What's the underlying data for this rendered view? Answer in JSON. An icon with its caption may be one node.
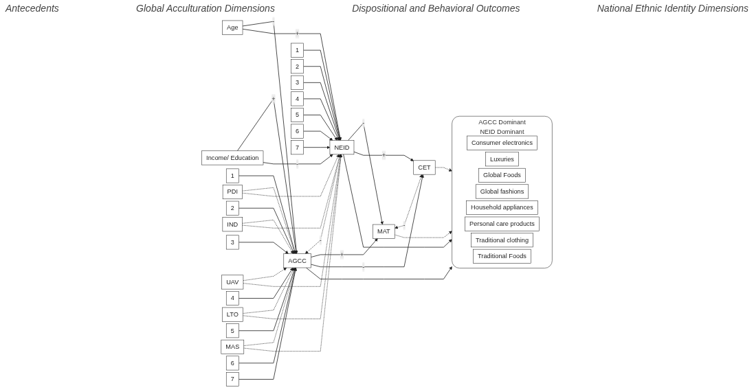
{
  "diagram": {
    "nodes": [
      {
        "text": [
          "Age"
        ]
      },
      {
        "text": [
          "PDI"
        ]
      },
      {
        "text": [
          "IND"
        ]
      },
      {
        "text": [
          "UAV"
        ]
      },
      {
        "text": [
          "LTO"
        ]
      },
      {
        "text": [
          "MAS"
        ]
      },
      {
        "text": [
          "Income/ Education"
        ]
      },
      {
        "text": [
          "1"
        ]
      },
      {
        "text": [
          "2"
        ]
      },
      {
        "text": [
          "3"
        ]
      },
      {
        "text": [
          "4"
        ]
      },
      {
        "text": [
          "5"
        ]
      },
      {
        "text": [
          "6"
        ]
      },
      {
        "text": [
          "7"
        ]
      },
      {
        "text": [
          "AGCC"
        ]
      },
      {
        "text": [
          "NEID"
        ]
      },
      {
        "text": [
          "1"
        ]
      },
      {
        "text": [
          "2"
        ]
      },
      {
        "text": [
          "3"
        ]
      },
      {
        "text": [
          "4"
        ]
      },
      {
        "text": [
          "5"
        ]
      },
      {
        "text": [
          "6"
        ]
      },
      {
        "text": [
          "7"
        ]
      },
      {
        "text": [
          "MAT"
        ]
      },
      {
        "text": [
          "CET"
        ]
      },
      {
        "text": [
          "AGCC Dominant",
          "NEID Dominant"
        ]
      },
      {
        "text": [
          "Consumer electronics"
        ],
        "in": 25
      },
      {
        "text": [
          "Luxuries"
        ],
        "in": 25
      },
      {
        "text": [
          "Global Foods"
        ],
        "in": 25
      },
      {
        "text": [
          "Global fashions"
        ],
        "in": 25
      },
      {
        "text": [
          "Household appliances"
        ],
        "in": 25
      },
      {
        "text": [
          "Personal care products"
        ],
        "in": 25
      },
      {
        "text": [
          "Traditional clothing"
        ],
        "in": 25
      },
      {
        "text": [
          "Traditional Foods"
        ],
        "in": 25
      }
    ],
    "edges": [
      {
        "from": 0,
        "to": 14,
        "arrow": "to",
        "label": "-"
      },
      {
        "from": 0,
        "to": 15,
        "arrow": "to",
        "label": "+"
      },
      {
        "from": 6,
        "to": 14,
        "arrow": "to",
        "label": "+"
      },
      {
        "from": 6,
        "to": 15,
        "arrow": "to",
        "label": "-"
      },
      {
        "from": 1,
        "to": 14,
        "arrow": "to",
        "style": "dashed"
      },
      {
        "from": 1,
        "to": 15,
        "arrow": "to",
        "style": "dashed"
      },
      {
        "from": 2,
        "to": 14,
        "arrow": "to",
        "style": "dashed"
      },
      {
        "from": 2,
        "to": 15,
        "arrow": "to",
        "style": "dashed"
      },
      {
        "from": 3,
        "to": 14,
        "arrow": "to",
        "style": "dashed"
      },
      {
        "from": 3,
        "to": 15,
        "arrow": "to",
        "style": "dashed"
      },
      {
        "from": 4,
        "to": 14,
        "arrow": "to",
        "style": "dashed"
      },
      {
        "from": 4,
        "to": 15,
        "arrow": "to",
        "style": "dashed"
      },
      {
        "from": 5,
        "to": 14,
        "arrow": "to",
        "style": "dashed"
      },
      {
        "from": 5,
        "to": 15,
        "arrow": "to",
        "style": "dashed"
      },
      {
        "from": 7,
        "to": 14,
        "arrow": "to"
      },
      {
        "from": 8,
        "to": 14,
        "arrow": "to"
      },
      {
        "from": 9,
        "to": 14,
        "arrow": "to"
      },
      {
        "from": 10,
        "to": 14,
        "arrow": "to"
      },
      {
        "from": 11,
        "to": 14,
        "arrow": "to"
      },
      {
        "from": 12,
        "to": 14,
        "arrow": "to"
      },
      {
        "from": 13,
        "to": 14,
        "arrow": "to"
      },
      {
        "from": 16,
        "to": 15,
        "arrow": "to"
      },
      {
        "from": 17,
        "to": 15,
        "arrow": "to"
      },
      {
        "from": 18,
        "to": 15,
        "arrow": "to"
      },
      {
        "from": 19,
        "to": 15,
        "arrow": "to"
      },
      {
        "from": 20,
        "to": 15,
        "arrow": "to"
      },
      {
        "from": 21,
        "to": 15,
        "arrow": "to"
      },
      {
        "from": 22,
        "to": 15,
        "arrow": "to"
      },
      {
        "from": 14,
        "to": 15,
        "arrow": "both",
        "label": "-",
        "style": "dashed"
      },
      {
        "from": 14,
        "to": 23,
        "arrow": "to",
        "label": "+"
      },
      {
        "from": 14,
        "to": 24,
        "arrow": "to",
        "label": "-"
      },
      {
        "from": 15,
        "to": 23,
        "arrow": "to",
        "label": "-"
      },
      {
        "from": 15,
        "to": 24,
        "arrow": "to",
        "label": "+"
      },
      {
        "from": 14,
        "to": 25,
        "arrow": "to"
      },
      {
        "from": 15,
        "to": 25,
        "arrow": "to"
      },
      {
        "from": 23,
        "to": 24,
        "arrow": "both",
        "label": "-",
        "style": "dashed"
      },
      {
        "from": 23,
        "to": 25,
        "arrow": "to",
        "style": "dashed"
      },
      {
        "from": 24,
        "to": 25,
        "arrow": "to",
        "style": "dashed"
      }
    ],
    "labels": [
      "Antecedents",
      "Global Acculturation Dimensions",
      "Dispositional and Behavioral Outcomes",
      "National Ethnic Identity Dimensions"
    ]
  }
}
